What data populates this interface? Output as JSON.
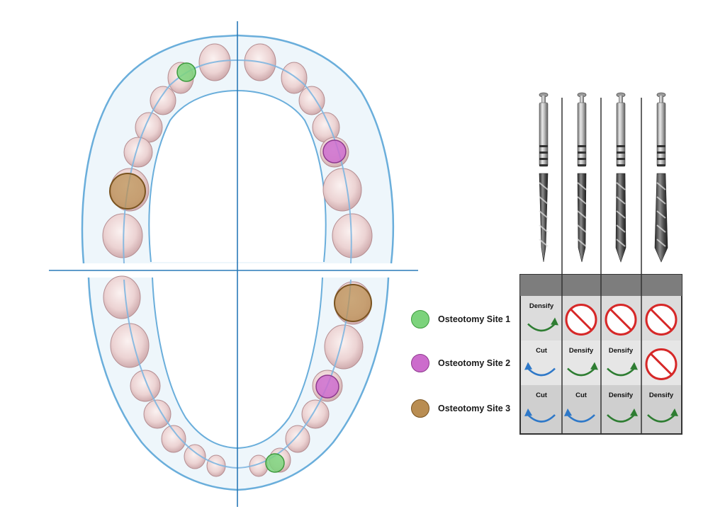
{
  "colors": {
    "site1": "#7cd37c",
    "site2": "#cc6ccc",
    "site3": "#b98d52",
    "arch_line": "#6aaedb",
    "axis_line": "#2a7ab8",
    "cut_arrow": "#2e78c8",
    "densify_arrow": "#2e7d32",
    "prohibited": "#d62828",
    "table_border": "#333333"
  },
  "legend": [
    {
      "label": "Osteotomy Site 1",
      "color_key": "site1"
    },
    {
      "label": "Osteotomy Site 2",
      "color_key": "site2"
    },
    {
      "label": "Osteotomy Site 3",
      "color_key": "site3"
    }
  ],
  "drills": [
    {
      "icon": "osseodensification-bur-1"
    },
    {
      "icon": "osseodensification-bur-2"
    },
    {
      "icon": "osseodensification-bur-3"
    },
    {
      "icon": "osseodensification-bur-4"
    }
  ],
  "protocol_table": {
    "rows": [
      {
        "site": "Osteotomy Site 1",
        "cells": [
          {
            "mode": "densify",
            "label": "Densify"
          },
          {
            "mode": "none",
            "label": ""
          },
          {
            "mode": "none",
            "label": ""
          },
          {
            "mode": "none",
            "label": ""
          }
        ]
      },
      {
        "site": "Osteotomy Site 2",
        "cells": [
          {
            "mode": "cut",
            "label": "Cut"
          },
          {
            "mode": "densify",
            "label": "Densify"
          },
          {
            "mode": "densify",
            "label": "Densify"
          },
          {
            "mode": "none",
            "label": ""
          }
        ]
      },
      {
        "site": "Osteotomy Site 3",
        "cells": [
          {
            "mode": "cut",
            "label": "Cut"
          },
          {
            "mode": "cut",
            "label": "Cut"
          },
          {
            "mode": "densify",
            "label": "Densify"
          },
          {
            "mode": "densify",
            "label": "Densify"
          }
        ]
      }
    ]
  }
}
